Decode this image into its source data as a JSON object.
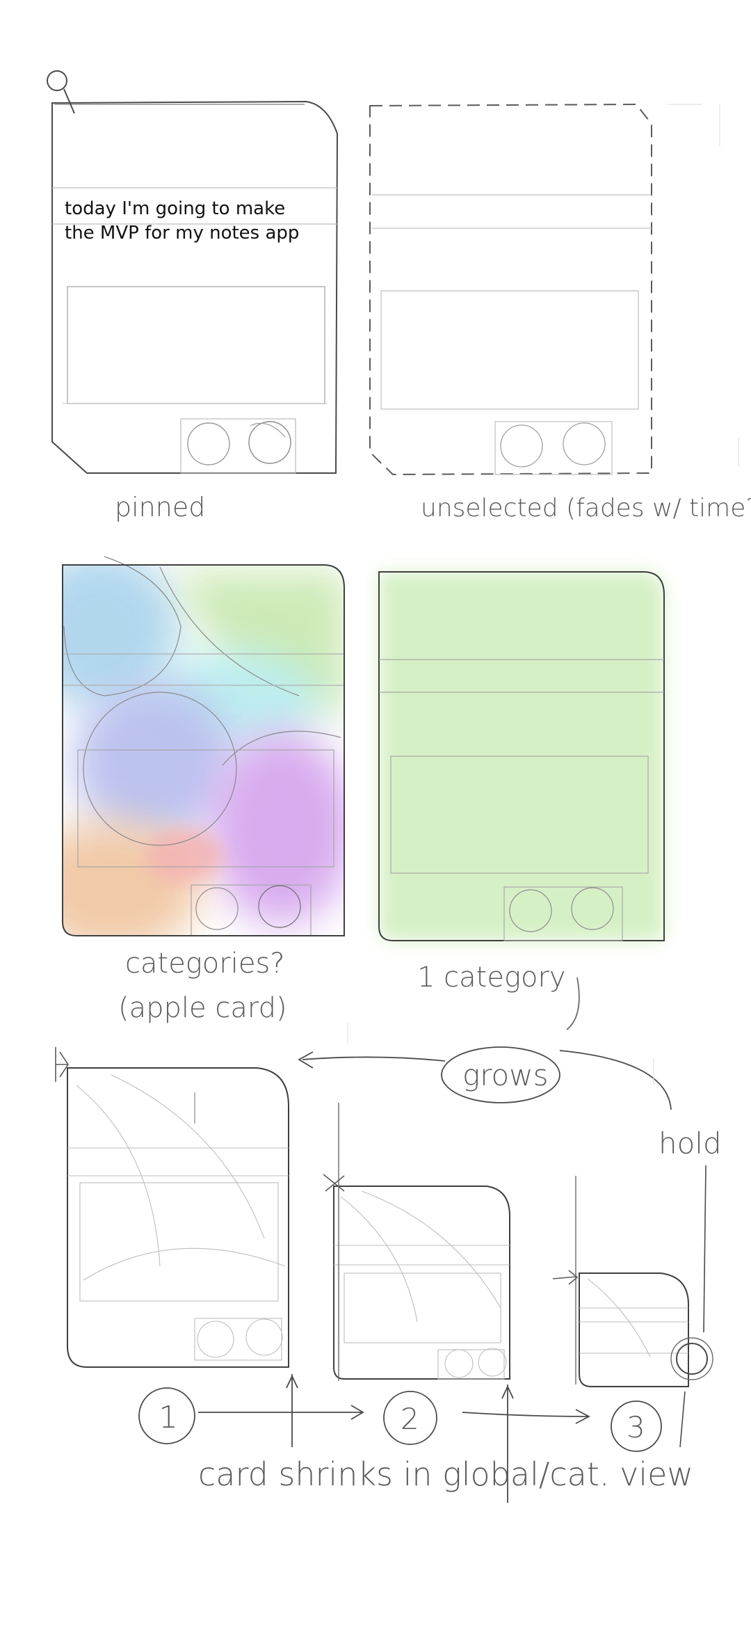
{
  "colors": {
    "ink": "#4a4a4a",
    "light_ink": "#9a9a9a",
    "pale_line": "#cfcfcf",
    "blob_blue": "#a9d3ec",
    "blob_cyan": "#b6ecef",
    "blob_green": "#cbe9b3",
    "blob_violet": "#b9c0ee",
    "blob_purple": "#d6a8ee",
    "blob_orange": "#f1c8a4",
    "blob_red": "#f3b0b0",
    "category_green": "#d2efc0"
  },
  "cards": {
    "pinned": {
      "note_line_1": "today I'm going to make",
      "note_line_2": "the MVP for my notes app",
      "caption": "pinned",
      "icon": "pin-icon"
    },
    "unselected": {
      "caption": "unselected (fades w/ time?)"
    },
    "categories": {
      "caption_line_1": "categories?",
      "caption_line_2": "(apple card)"
    },
    "one_category": {
      "caption": "1 category"
    }
  },
  "shrink": {
    "grows_label": "grows",
    "hold_label": "hold",
    "step_1": "1",
    "step_2": "2",
    "step_3": "3",
    "caption": "card shrinks in global/cat. view"
  }
}
